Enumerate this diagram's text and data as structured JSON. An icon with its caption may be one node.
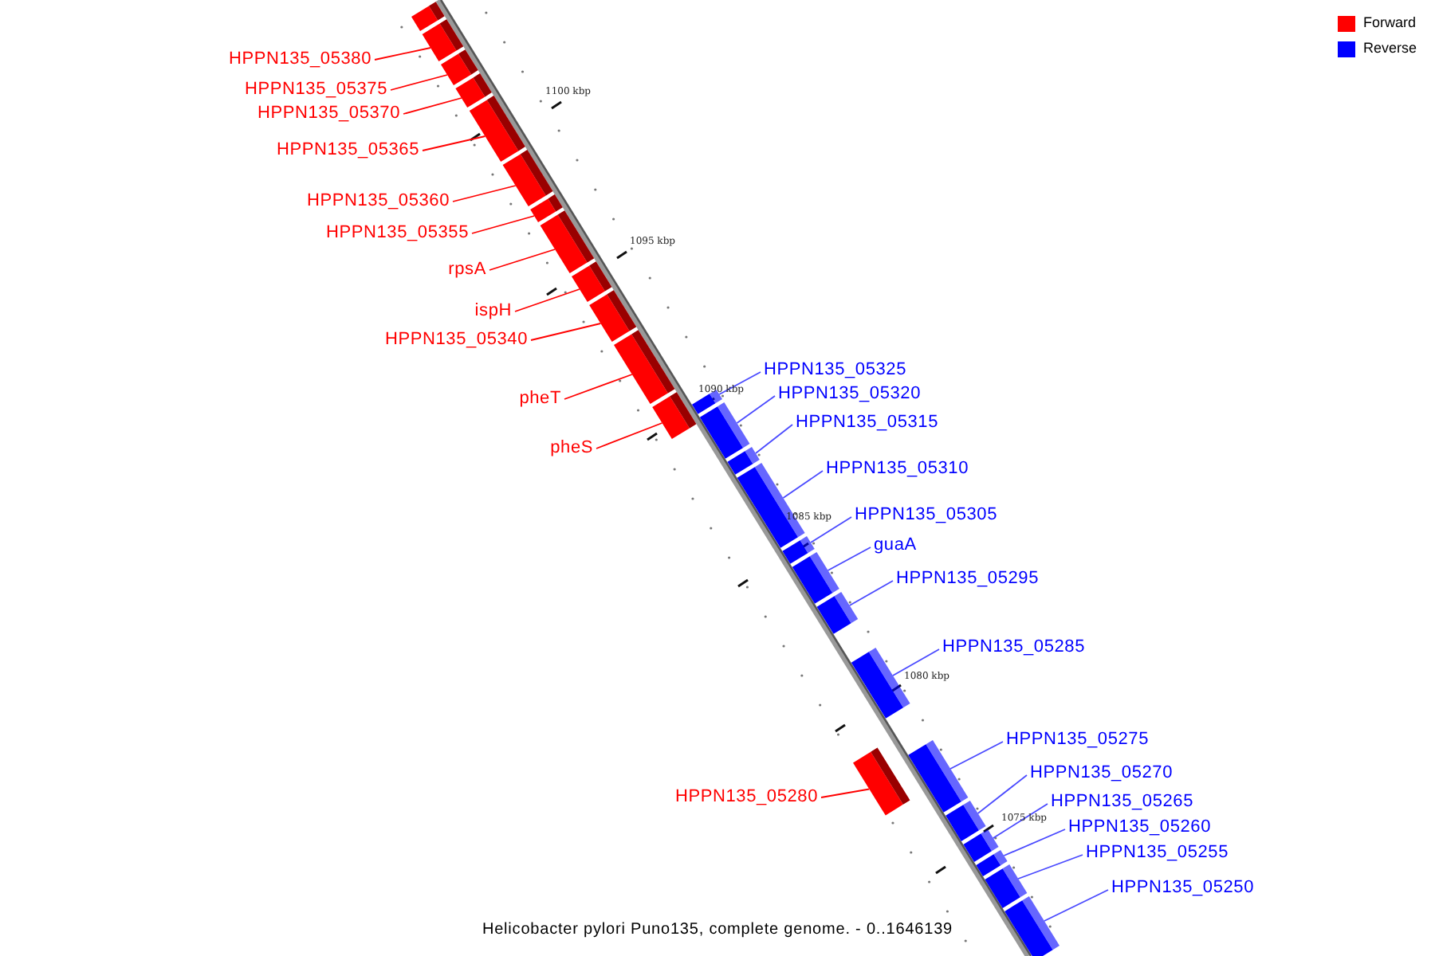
{
  "diagram": {
    "caption": "Helicobacter pylori Puno135, complete genome. - 0..1646139",
    "nodes": [
      {
        "text": [],
        "shape": "bar"
      },
      {
        "text": [
          "HPPN135_05380"
        ]
      },
      {
        "text": [],
        "shape": "bar"
      },
      {
        "text": [
          "HPPN135_05375"
        ]
      },
      {
        "text": [],
        "shape": "bar"
      },
      {
        "text": [
          "HPPN135_05370"
        ]
      },
      {
        "text": [],
        "shape": "bar"
      },
      {
        "text": [
          "HPPN135_05365"
        ]
      },
      {
        "text": [],
        "shape": "bar"
      },
      {
        "text": [
          "HPPN135_05360"
        ]
      },
      {
        "text": [],
        "shape": "bar"
      },
      {
        "text": [
          "HPPN135_05355"
        ]
      },
      {
        "text": [],
        "shape": "bar"
      },
      {
        "text": [
          "rpsA"
        ]
      },
      {
        "text": [],
        "shape": "bar"
      },
      {
        "text": [
          "ispH"
        ]
      },
      {
        "text": [],
        "shape": "bar"
      },
      {
        "text": [
          "HPPN135_05340"
        ]
      },
      {
        "text": [],
        "shape": "bar"
      },
      {
        "text": [
          "pheT"
        ]
      },
      {
        "text": [],
        "shape": "bar"
      },
      {
        "text": [
          "pheS"
        ]
      },
      {
        "text": [],
        "shape": "bar"
      },
      {
        "text": [
          "HPPN135_05325"
        ]
      },
      {
        "text": [],
        "shape": "bar"
      },
      {
        "text": [
          "HPPN135_05320"
        ]
      },
      {
        "text": [],
        "shape": "bar"
      },
      {
        "text": [
          "HPPN135_05315"
        ]
      },
      {
        "text": [],
        "shape": "bar"
      },
      {
        "text": [
          "HPPN135_05310"
        ]
      },
      {
        "text": [],
        "shape": "bar"
      },
      {
        "text": [
          "HPPN135_05305"
        ]
      },
      {
        "text": [],
        "shape": "bar"
      },
      {
        "text": [
          "guaA"
        ]
      },
      {
        "text": [],
        "shape": "bar"
      },
      {
        "text": [
          "HPPN135_05295"
        ]
      },
      {
        "text": [],
        "shape": "bar"
      },
      {
        "text": [
          "HPPN135_05285"
        ]
      },
      {
        "text": [],
        "shape": "bar"
      },
      {
        "text": [
          "HPPN135_05275"
        ]
      },
      {
        "text": [],
        "shape": "bar"
      },
      {
        "text": [
          "HPPN135_05270"
        ]
      },
      {
        "text": [],
        "shape": "bar"
      },
      {
        "text": [
          "HPPN135_05280"
        ]
      },
      {
        "text": [],
        "shape": "bar"
      },
      {
        "text": [
          "HPPN135_05265"
        ]
      },
      {
        "text": [],
        "shape": "bar"
      },
      {
        "text": [
          "HPPN135_05260"
        ]
      },
      {
        "text": [],
        "shape": "bar"
      },
      {
        "text": [
          "HPPN135_05255"
        ]
      },
      {
        "text": [],
        "shape": "bar"
      },
      {
        "text": [
          "HPPN135_05250"
        ]
      },
      {
        "text": [],
        "shape": "bar"
      }
    ],
    "edges": [
      {
        "from": 1,
        "to": 2,
        "arrow": "none",
        "color": "#ff0000"
      },
      {
        "from": 3,
        "to": 4,
        "arrow": "none",
        "color": "#ff0000"
      },
      {
        "from": 5,
        "to": 6,
        "arrow": "none",
        "color": "#ff0000"
      },
      {
        "from": 7,
        "to": 8,
        "arrow": "none",
        "color": "#ff0000"
      },
      {
        "from": 9,
        "to": 10,
        "arrow": "none",
        "color": "#ff0000"
      },
      {
        "from": 11,
        "to": 12,
        "arrow": "none",
        "color": "#ff0000"
      },
      {
        "from": 13,
        "to": 14,
        "arrow": "none",
        "color": "#ff0000"
      },
      {
        "from": 15,
        "to": 16,
        "arrow": "none",
        "color": "#ff0000"
      },
      {
        "from": 17,
        "to": 18,
        "arrow": "none",
        "color": "#ff0000"
      },
      {
        "from": 19,
        "to": 20,
        "arrow": "none",
        "color": "#ff0000"
      },
      {
        "from": 21,
        "to": 22,
        "arrow": "none",
        "color": "#ff0000"
      },
      {
        "from": 23,
        "to": 24,
        "arrow": "none"
      },
      {
        "from": 25,
        "to": 26,
        "arrow": "none"
      },
      {
        "from": 27,
        "to": 28,
        "arrow": "none"
      },
      {
        "from": 29,
        "to": 30,
        "arrow": "none"
      },
      {
        "from": 31,
        "to": 32,
        "arrow": "none"
      },
      {
        "from": 33,
        "to": 34,
        "arrow": "none"
      },
      {
        "from": 35,
        "to": 36,
        "arrow": "none"
      },
      {
        "from": 37,
        "to": 38,
        "arrow": "none"
      },
      {
        "from": 39,
        "to": 40,
        "arrow": "none"
      },
      {
        "from": 41,
        "to": 42,
        "arrow": "none"
      },
      {
        "from": 43,
        "to": 44,
        "arrow": "none",
        "color": "#ff0000"
      },
      {
        "from": 45,
        "to": 46,
        "arrow": "none"
      },
      {
        "from": 47,
        "to": 48,
        "arrow": "none"
      },
      {
        "from": 49,
        "to": 50,
        "arrow": "none"
      },
      {
        "from": 51,
        "to": 52,
        "arrow": "none"
      }
    ],
    "labels": [
      "1100 kbp",
      "1095 kbp",
      "1090 kbp",
      "1085 kbp",
      "1080 kbp",
      "1075 kbp"
    ],
    "legend": [
      {
        "text": "Forward",
        "color": "#ff0000"
      },
      {
        "text": "Reverse",
        "color": "#0000ff"
      }
    ]
  }
}
